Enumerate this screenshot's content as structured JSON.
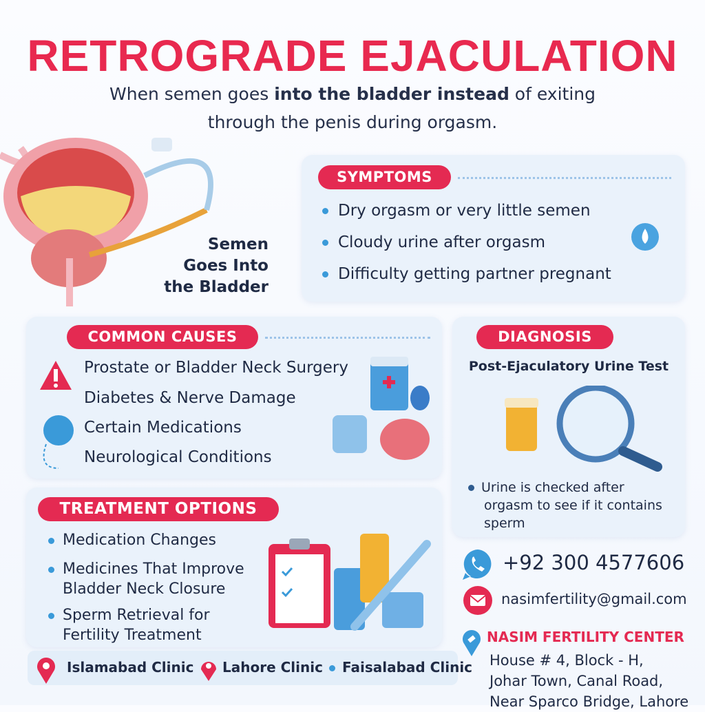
{
  "title": "RETROGRADE EJACULATION",
  "subtitle": {
    "line1_pre": "When semen goes ",
    "line1_bold": "into the bladder instead",
    "line1_post": " of exiting",
    "line2": "through the penis during orgasm."
  },
  "illustration_label": [
    "Semen",
    "Goes Into",
    "the Bladder"
  ],
  "symptoms": {
    "heading": "SYMPTOMS",
    "items": [
      "Dry orgasm or very little semen",
      "Cloudy urine after orgasm",
      "Difficulty getting partner pregnant"
    ]
  },
  "causes": {
    "heading": "COMMON CAUSES",
    "items": [
      "Prostate or Bladder Neck Surgery",
      "Diabetes & Nerve Damage",
      "Certain Medications",
      "Neurological Conditions"
    ]
  },
  "diagnosis": {
    "heading": "DIAGNOSIS",
    "subheading": "Post-Ejaculatory Urine Test",
    "note": [
      "Urine is checked after",
      "orgasm to see if it contains",
      "sperm"
    ]
  },
  "treatment": {
    "heading": "TREATMENT OPTIONS",
    "items": [
      [
        "Medication Changes"
      ],
      [
        "Medicines That Improve",
        "Bladder Neck Closure"
      ],
      [
        "Sperm Retrieval for",
        "Fertility Treatment"
      ]
    ]
  },
  "clinics": [
    "Islamabad Clinic",
    "Lahore Clinic",
    "Faisalabad Clinic"
  ],
  "contact": {
    "phone": "+92 300 4577606",
    "email": "nasimfertility@gmail.com",
    "center": "NASIM FERTILITY CENTER",
    "address": [
      "House # 4, Block - H,",
      "Johar Town, Canal Road,",
      "Near Sparco Bridge, Lahore"
    ]
  },
  "colors": {
    "accent": "#e42a52",
    "blue": "#3a9ad9",
    "text": "#1f2a44"
  }
}
